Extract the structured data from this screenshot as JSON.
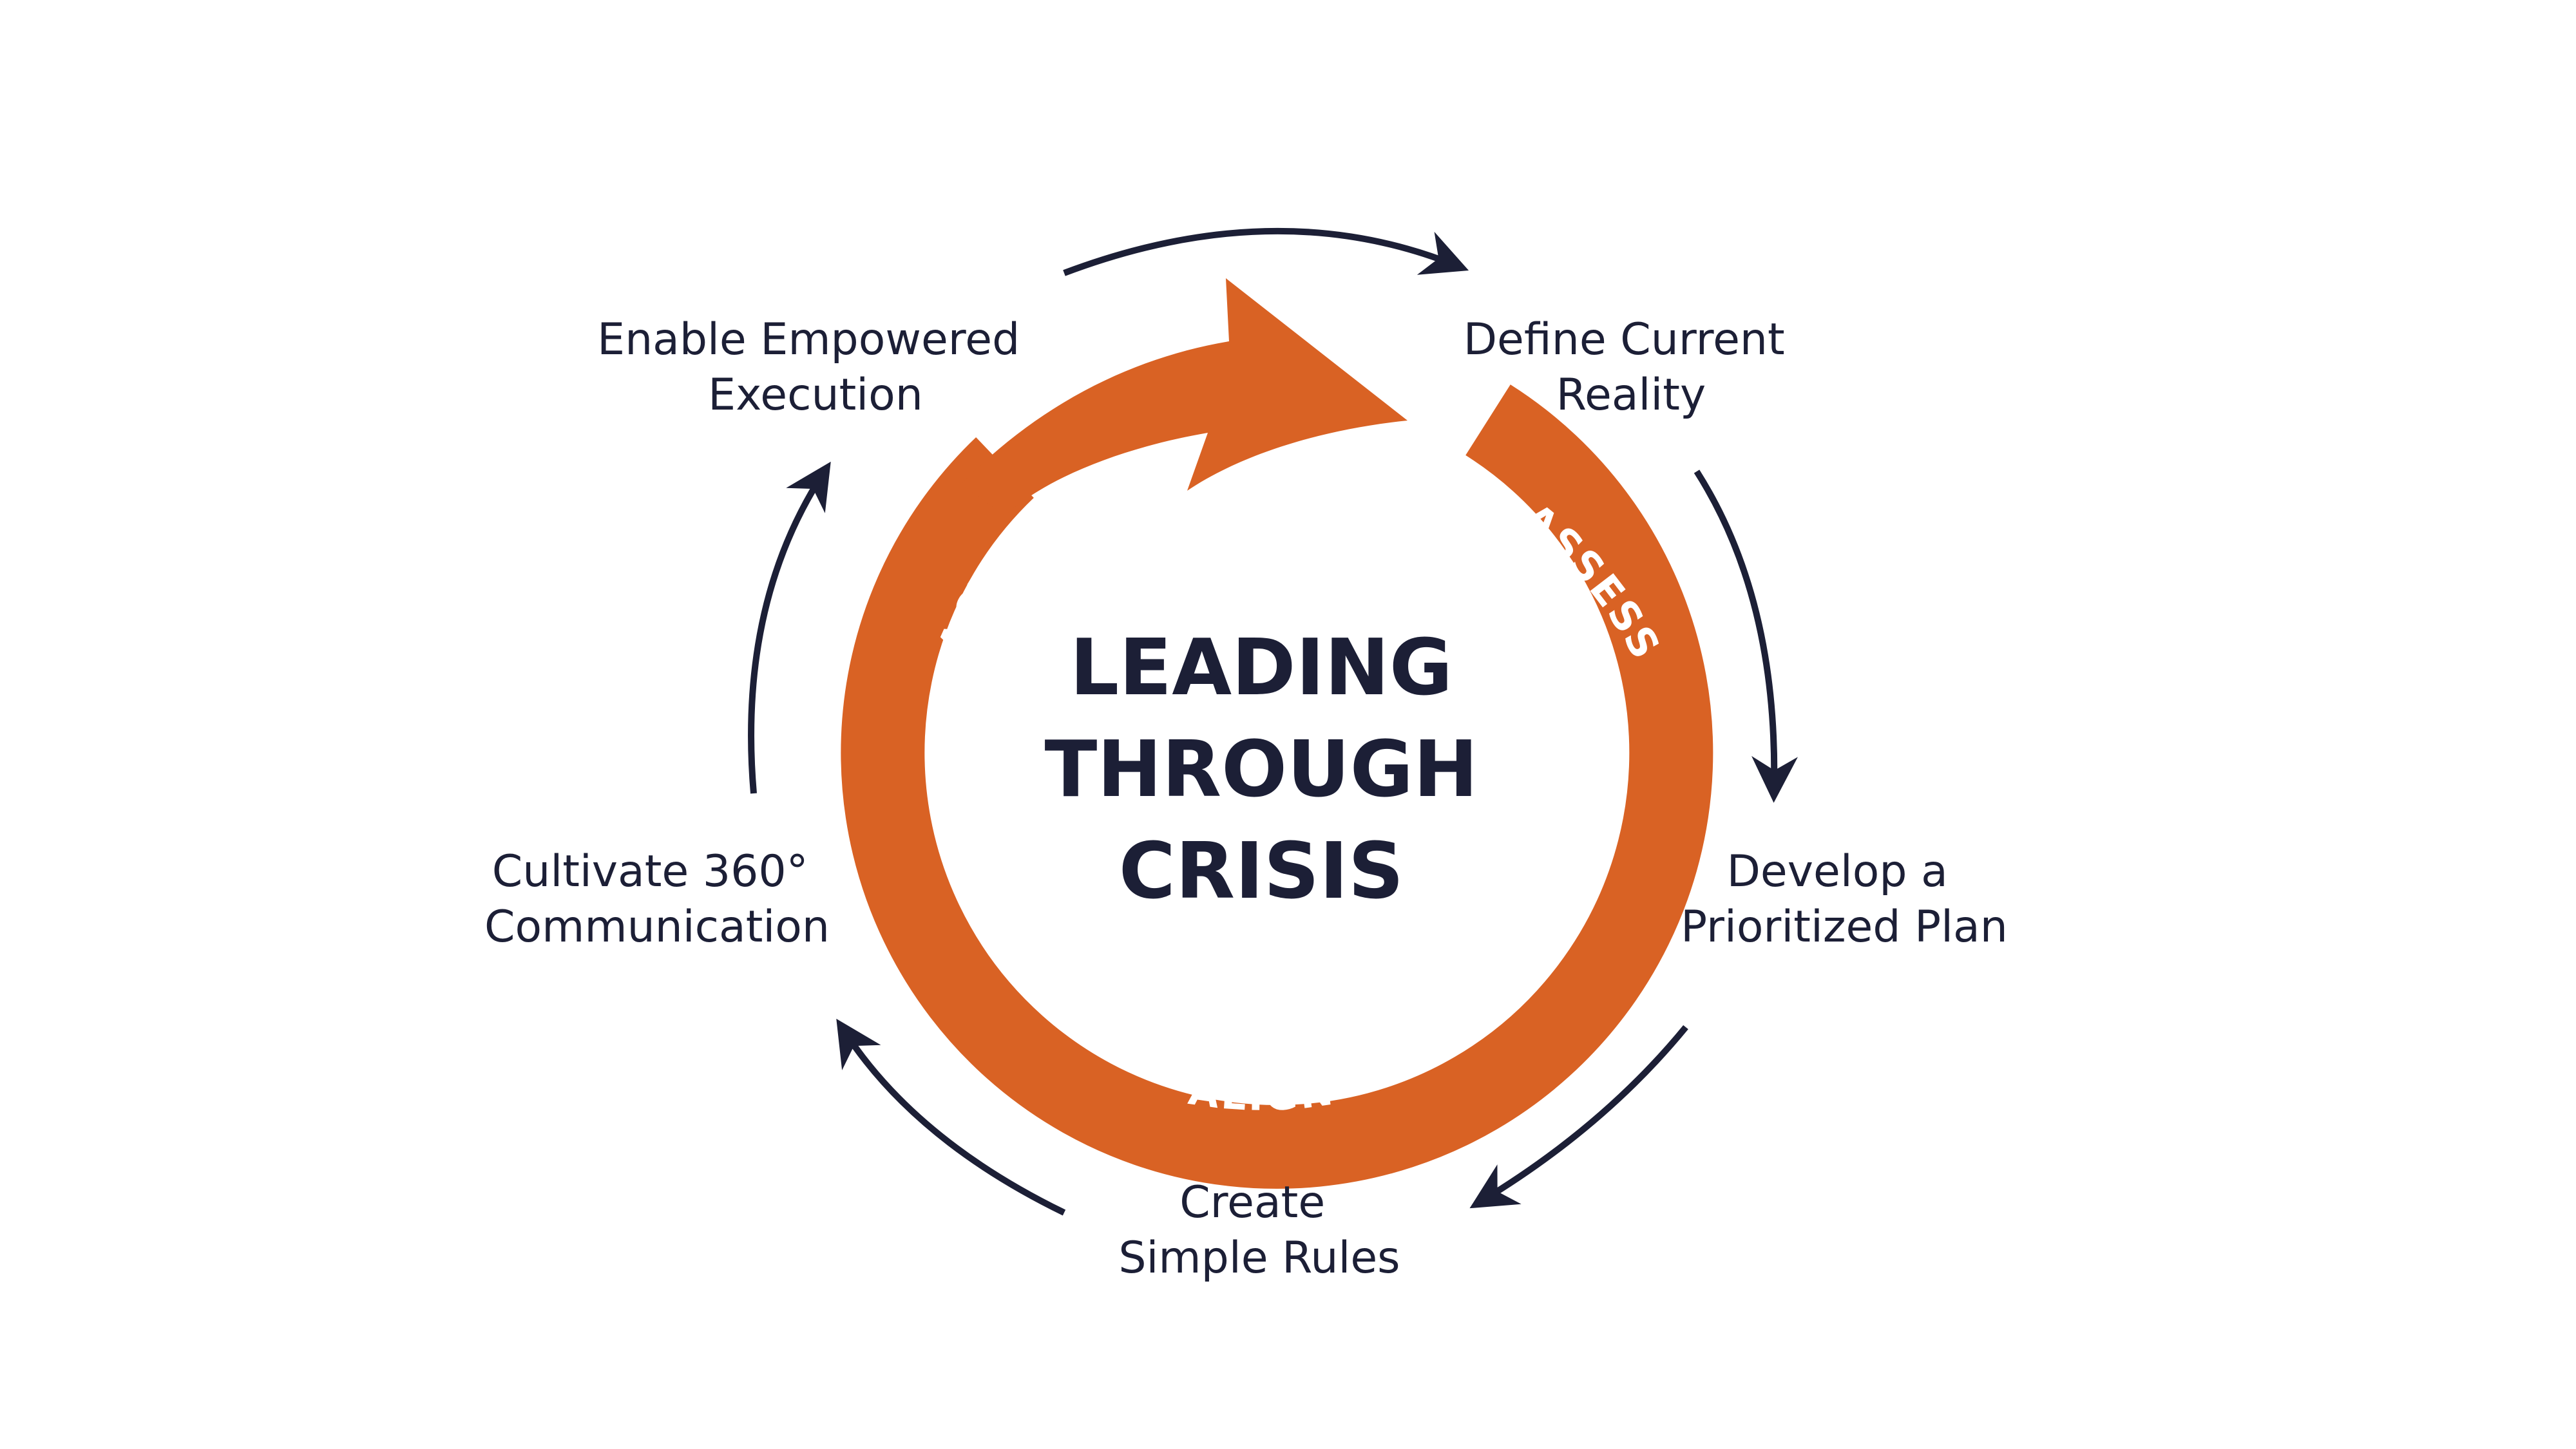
{
  "title": {
    "line1": "LEADING",
    "line2": "THROUGH",
    "line3": "CRISIS"
  },
  "phases": {
    "act": "ACT",
    "assess": "ASSESS",
    "align": "ALIGN"
  },
  "steps": {
    "define_current_reality": {
      "line1": "Define Current",
      "line2": "Reality"
    },
    "develop_prioritized_plan": {
      "line1": "Develop a",
      "line2": "Prioritized Plan"
    },
    "create_simple_rules": {
      "line1": "Create",
      "line2": "Simple Rules"
    },
    "cultivate_communication": {
      "line1": "Cultivate 360°",
      "line2": "Communication"
    },
    "enable_empowered_execution": {
      "line1": "Enable Empowered",
      "line2": "Execution"
    }
  },
  "colors": {
    "accent": "#D96224",
    "dark": "#1C1F36",
    "background": "#FFFFFF",
    "phase_text": "#FFFFFF"
  }
}
